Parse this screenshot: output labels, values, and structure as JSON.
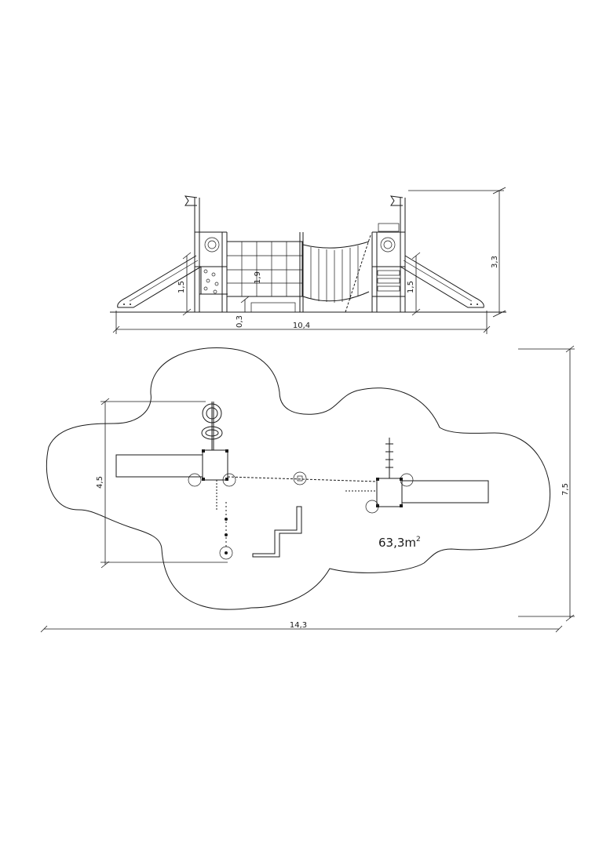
{
  "elevation": {
    "dim_total_height": "3,3",
    "dim_left_platform": "1,5",
    "dim_right_platform": "1,5",
    "dim_bridge": "1,9",
    "dim_ground": "0,3",
    "dim_length": "10,4"
  },
  "plan": {
    "dim_safety_width": "4,5",
    "dim_total_width": "7,5",
    "dim_total_length": "14,3",
    "area_value": "63,3m",
    "area_sup": "2"
  }
}
